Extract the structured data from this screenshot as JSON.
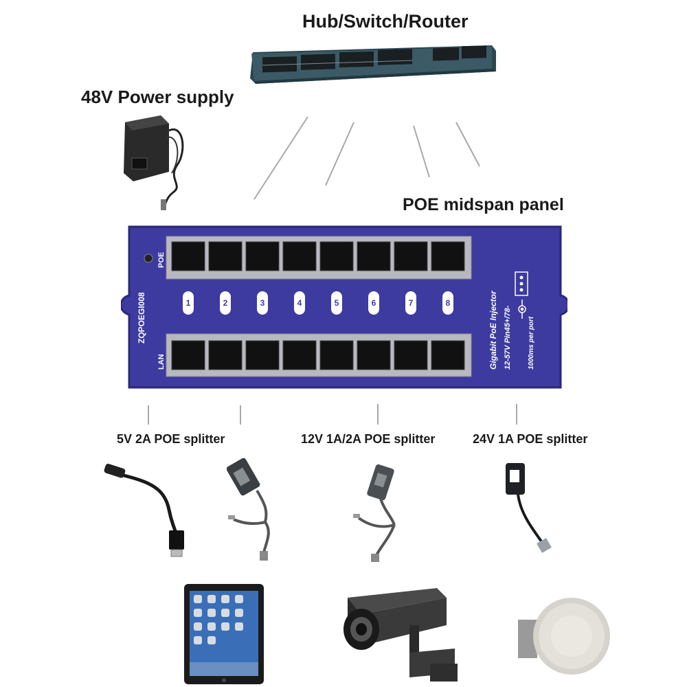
{
  "labels": {
    "switch": "Hub/Switch/Router",
    "power_supply": "48V Power supply",
    "panel": "POE  midspan panel",
    "splitter_5v": "5V 2A POE splitter",
    "splitter_12v": "12V 1A/2A POE splitter",
    "splitter_24v": "24V 1A POE splitter"
  },
  "panel": {
    "model": "ZQPOEGI008",
    "poe_label": "POE",
    "lan_label": "LAN",
    "port_numbers": [
      "1",
      "2",
      "3",
      "4",
      "5",
      "6",
      "7",
      "8"
    ],
    "spec_line1": "Gigabit PoE Injector",
    "spec_line2": "12-57V  Pin45+/78-",
    "spec_line3": "1000ms per port"
  },
  "colors": {
    "panel_blue": "#3d3aa0",
    "panel_edge": "#2a2878",
    "switch_body": "#3b5a66",
    "connector_line": "#a8a8a8"
  },
  "icons": [
    "switch-icon",
    "power-adapter-icon",
    "usb-cable-icon",
    "dc-splitter-icon",
    "rj45-splitter-icon",
    "tablet-icon",
    "camera-icon",
    "antenna-icon"
  ]
}
